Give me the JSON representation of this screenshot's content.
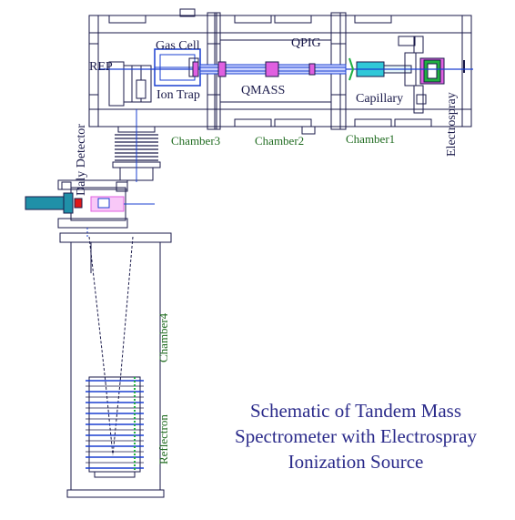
{
  "labels": {
    "gas_cell": "Gas Cell",
    "qpig": "QPIG",
    "rep": "REP",
    "ion_trap": "Ion Trap",
    "qmass": "QMASS",
    "capillary": "Capillary",
    "chamber3": "Chamber3",
    "chamber2": "Chamber2",
    "chamber1": "Chamber1",
    "electrospray": "Electrospray",
    "daly_detector": "Daly Detector",
    "chamber4": "Chamber4",
    "reflectron": "Reflectron"
  },
  "caption": {
    "line1": "Schematic of Tandem Mass",
    "line2": "Spectrometer with Electrospray",
    "line3": "Ionization Source"
  },
  "colors": {
    "outline": "#1a1a4a",
    "label_dark": "#1a1a4a",
    "label_green": "#1f6b1f",
    "caption": "#2a2a8a",
    "ion_path": "#1a3fd0",
    "magenta": "#e060e0",
    "cyan": "#30c8d8",
    "teal": "#2090a8",
    "red": "#e01818",
    "green": "#20b040"
  }
}
